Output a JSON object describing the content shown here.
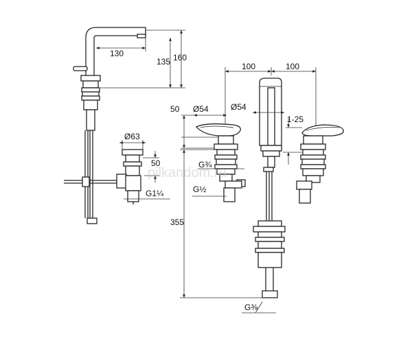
{
  "dimensions": {
    "spout_reach": "130",
    "spout_height_inner": "135",
    "spout_height_outer": "160",
    "waste_diameter": "Ø63",
    "waste_depth": "50",
    "waste_thread": "G1¼",
    "handle_spacing_left": "100",
    "handle_spacing_right": "100",
    "rosette_offset": "50",
    "handle_diameter": "Ø54",
    "spout_diameter": "Ø54",
    "deck_thickness": "1-25",
    "valve_thread": "G¾",
    "supply_thread": "G½",
    "total_length": "355",
    "hose_thread": "G⅜"
  },
  "watermark": "pilkandom.ru"
}
